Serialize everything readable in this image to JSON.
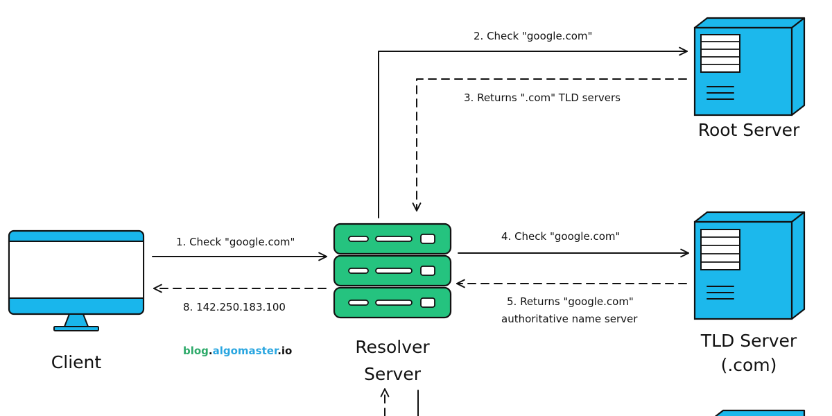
{
  "nodes": {
    "client": "Client",
    "resolver_line1": "Resolver",
    "resolver_line2": "Server",
    "root": "Root Server",
    "tld_line1": "TLD Server",
    "tld_line2": "(.com)"
  },
  "edges": {
    "step1": "1. Check \"google.com\"",
    "step2": "2. Check \"google.com\"",
    "step3": "3. Returns \".com\"  TLD servers",
    "step4": "4. Check \"google.com\"",
    "step5_line1": "5. Returns \"google.com\"",
    "step5_line2": "authoritative name server",
    "step8": "8. 142.250.183.100"
  },
  "brand": {
    "part1": "blog",
    "part2": ".",
    "part3": "algomaster",
    "part4": ".io"
  },
  "colors": {
    "server_blue": "#1cb8ec",
    "resolver_green": "#25c37f",
    "monitor_blue": "#19b6ec",
    "brand_green": "#2eaa6a",
    "brand_blue": "#2aa6e0",
    "stroke": "#111111"
  }
}
